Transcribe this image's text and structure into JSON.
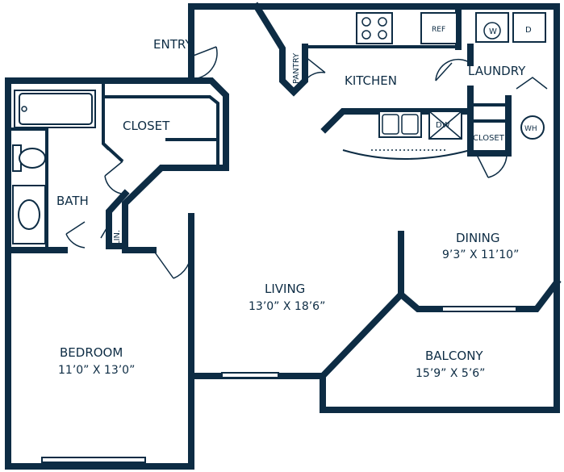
{
  "colors": {
    "wall": "#0d2c44",
    "background": "#ffffff"
  },
  "rooms": {
    "entry": {
      "name": "ENTRY"
    },
    "kitchen": {
      "name": "KITCHEN"
    },
    "laundry": {
      "name": "LAUNDRY"
    },
    "closet": {
      "name": "CLOSET"
    },
    "bath": {
      "name": "BATH"
    },
    "dining": {
      "name": "DINING",
      "dims": "9’3” X 11’10”"
    },
    "living": {
      "name": "LIVING",
      "dims": "13’0” X 18’6”"
    },
    "bedroom": {
      "name": "BEDROOM",
      "dims": "11’0” X 13’0”"
    },
    "balcony": {
      "name": "BALCONY",
      "dims": "15’9” X 5’6”"
    },
    "kitchen_closet": {
      "name": "CLOSET"
    }
  },
  "fixtures": {
    "pantry": "PANTRY",
    "refrigerator": "REF",
    "dishwasher": "DW",
    "washer": "W",
    "dryer": "D",
    "water_heater": "WH",
    "linen": "LIN."
  }
}
